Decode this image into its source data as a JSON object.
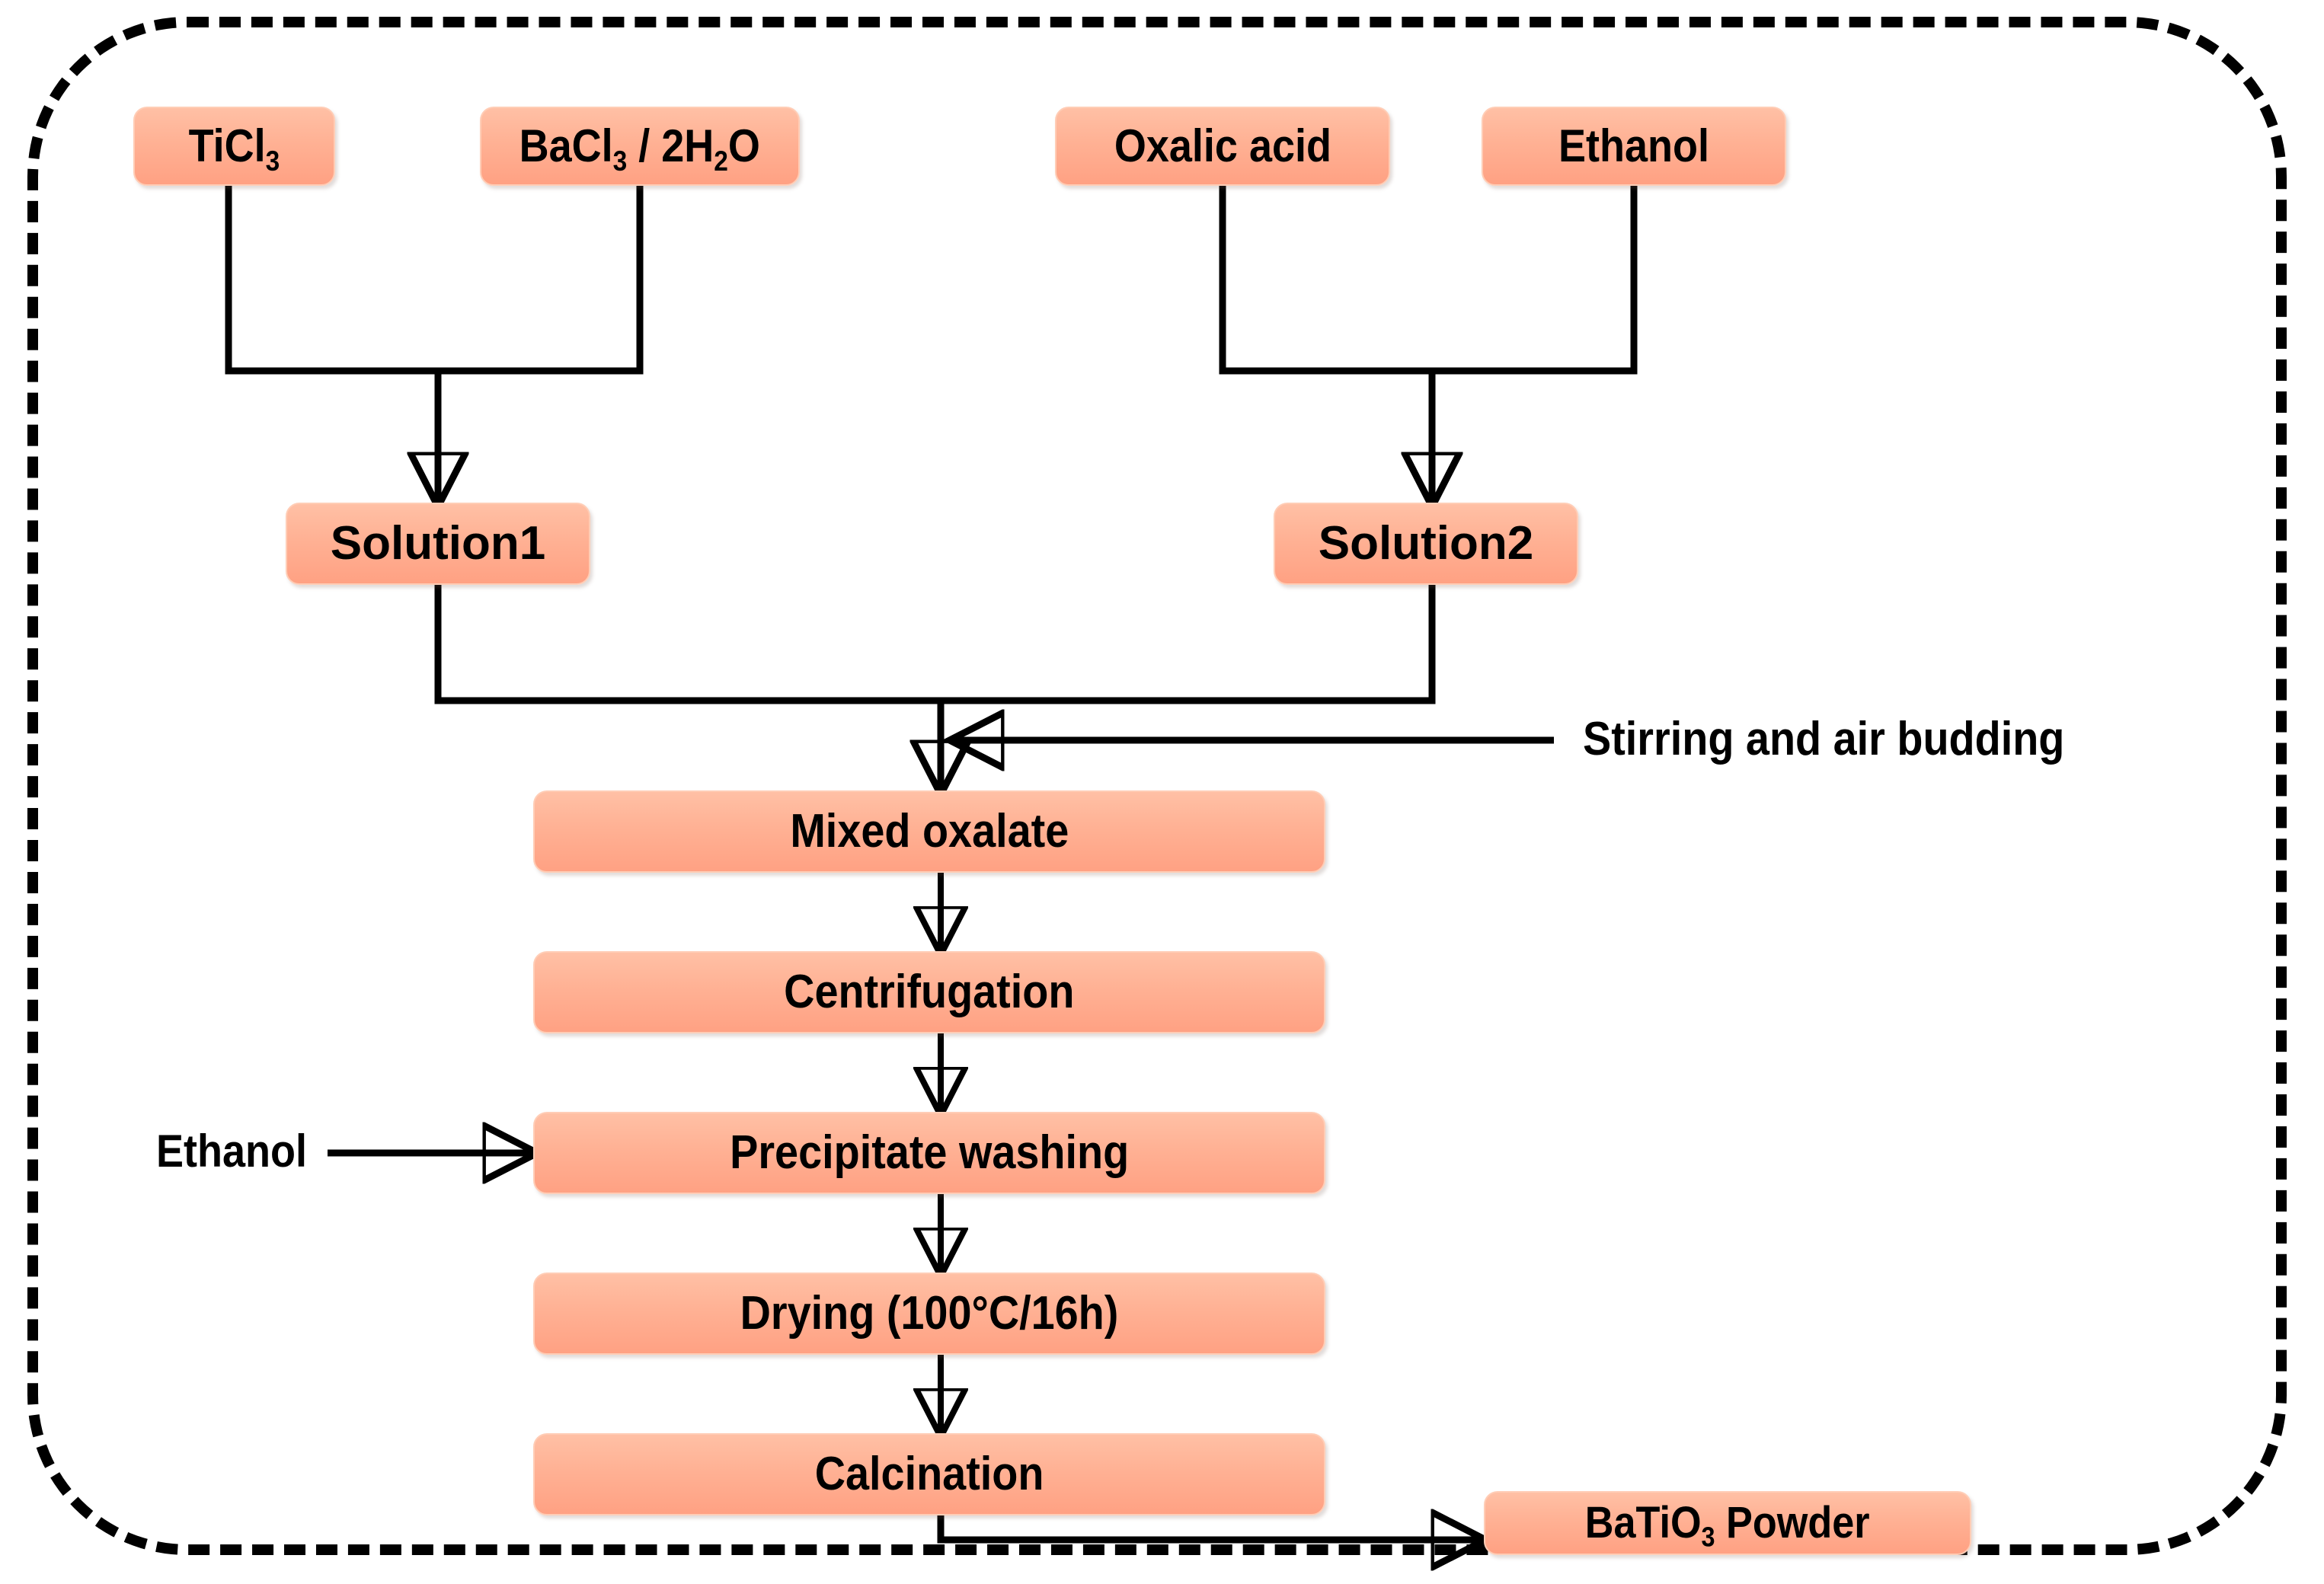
{
  "diagram": {
    "title": "BaTiO3 powder synthesis flowchart",
    "colors": {
      "box_fill_top": "#FFC0A5",
      "box_fill_bottom": "#FFA183",
      "box_border": "#FFCDB6",
      "line": "#000000",
      "enclosure_border": "#000000",
      "background": "#FFFFFF"
    },
    "enclosure": {
      "style": "dashed",
      "shape": "rounded-rectangle"
    }
  },
  "reagents": [
    {
      "id": "ticl3",
      "label_html": "TiCl<sub>3</sub>"
    },
    {
      "id": "bacl3",
      "label_html": "BaCl<sub>3</sub> / 2H<sub>2</sub>O"
    },
    {
      "id": "oxalic-acid",
      "label_html": "Oxalic acid"
    },
    {
      "id": "ethanol-top",
      "label_html": "Ethanol"
    }
  ],
  "solutions": [
    {
      "id": "solution1",
      "label": "Solution1"
    },
    {
      "id": "solution2",
      "label": "Solution2"
    }
  ],
  "process_steps": [
    {
      "id": "mixed-oxalate",
      "label_html": "Mixed oxalate"
    },
    {
      "id": "centrifugation",
      "label_html": "Centrifugation"
    },
    {
      "id": "precipitate-washing",
      "label_html": "Precipitate washing"
    },
    {
      "id": "drying",
      "label_html": "Drying (100&deg;C/16h)"
    },
    {
      "id": "calcination",
      "label_html": "Calcination"
    }
  ],
  "product": {
    "id": "batio3-powder",
    "label_html": "BaTiO<sub>3</sub> Powder"
  },
  "annotations": [
    {
      "id": "stirring-note",
      "label": "Stirring and air budding"
    },
    {
      "id": "ethanol-input",
      "label": "Ethanol"
    }
  ],
  "flows": [
    {
      "from": "TiCl3",
      "to": "Solution1"
    },
    {
      "from": "BaCl3 / 2H2O",
      "to": "Solution1"
    },
    {
      "from": "Oxalic acid",
      "to": "Solution2"
    },
    {
      "from": "Ethanol",
      "to": "Solution2"
    },
    {
      "from": "Solution1",
      "to": "Mixed oxalate"
    },
    {
      "from": "Solution2",
      "to": "Mixed oxalate"
    },
    {
      "from": "Stirring and air budding",
      "to": "Mixed oxalate"
    },
    {
      "from": "Mixed oxalate",
      "to": "Centrifugation"
    },
    {
      "from": "Centrifugation",
      "to": "Precipitate washing"
    },
    {
      "from": "Ethanol",
      "to": "Precipitate washing"
    },
    {
      "from": "Precipitate washing",
      "to": "Drying (100°C/16h)"
    },
    {
      "from": "Drying (100°C/16h)",
      "to": "Calcination"
    },
    {
      "from": "Calcination",
      "to": "BaTiO3 Powder"
    }
  ]
}
